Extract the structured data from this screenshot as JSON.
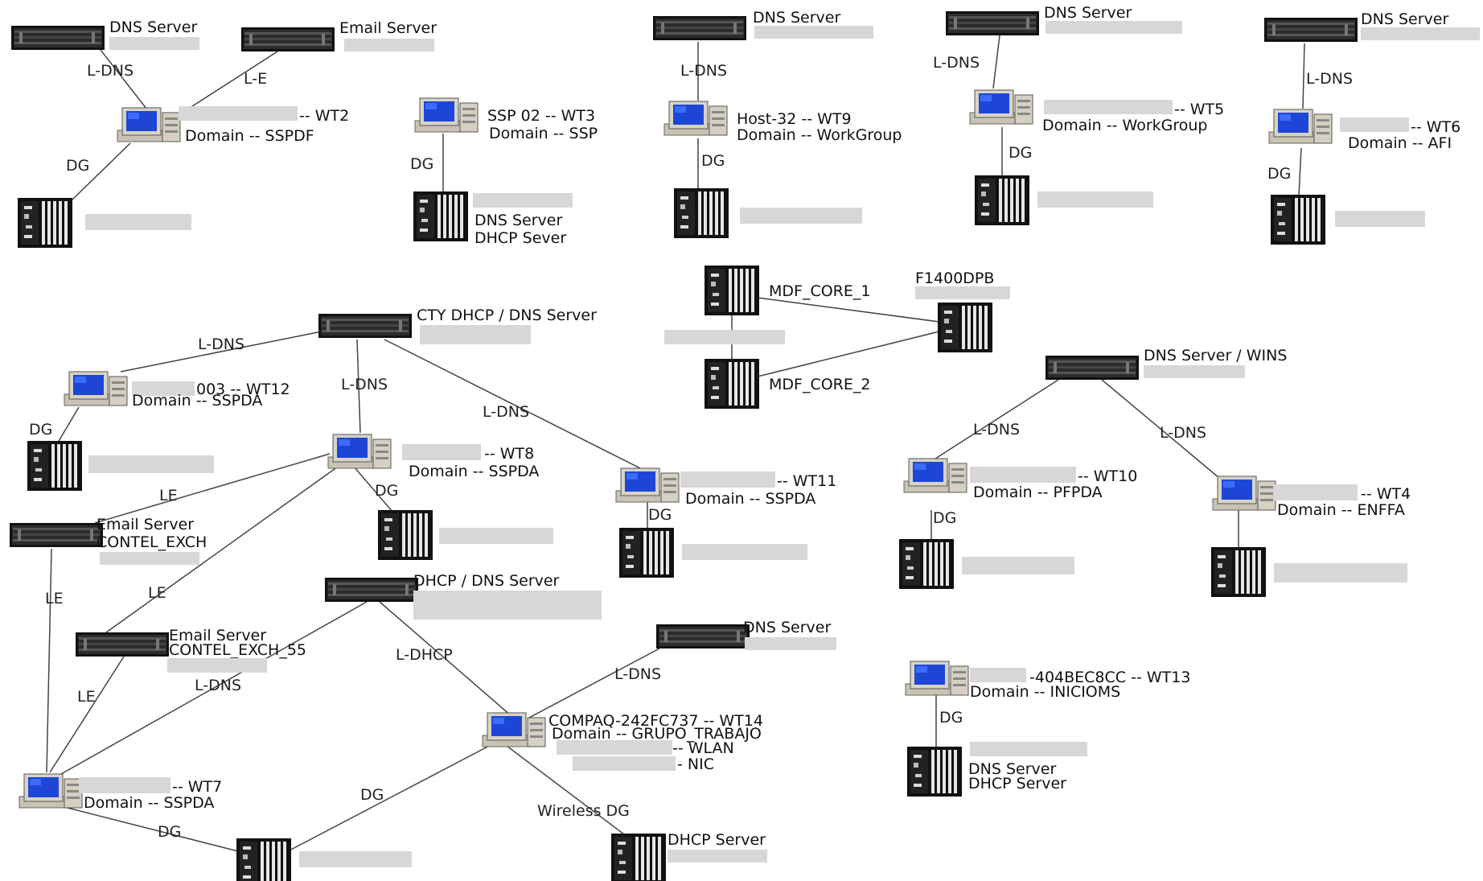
{
  "nodes": {
    "dns_1": {
      "label": "DNS Server"
    },
    "email_1": {
      "label": "Email Server"
    },
    "wt2": {
      "line1": "-- WT2",
      "line2": "Domain -- SSPDF"
    },
    "wt3": {
      "line1": "SSP 02 -- WT3",
      "line2": "Domain -- SSP"
    },
    "wt3_srv": {
      "line1": "DNS Server",
      "line2": "DHCP Sever"
    },
    "dns_wt9": {
      "label": "DNS Server"
    },
    "wt9": {
      "line1": "Host-32 -- WT9",
      "line2": "Domain -- WorkGroup"
    },
    "dns_wt5": {
      "label": "DNS Server"
    },
    "wt5": {
      "line1": "-- WT5",
      "line2": "Domain -- WorkGroup"
    },
    "dns_wt6": {
      "label": "DNS Server"
    },
    "wt6": {
      "line1": "-- WT6",
      "line2": "Domain -- AFI"
    },
    "mdf1": {
      "label": "MDF_CORE_1"
    },
    "mdf2": {
      "label": "MDF_CORE_2"
    },
    "f1400": {
      "label": "F1400DPB"
    },
    "cty": {
      "label": "CTY DHCP / DNS Server"
    },
    "wt12": {
      "line1": "003 -- WT12",
      "line2": "Domain -- SSPDA"
    },
    "wt8": {
      "line1": "-- WT8",
      "line2": "Domain -- SSPDA"
    },
    "wt11": {
      "line1": "-- WT11",
      "line2": "Domain -- SSPDA"
    },
    "dns_wins": {
      "label": "DNS Server / WINS"
    },
    "wt10": {
      "line1": "-- WT10",
      "line2": "Domain -- PFPDA"
    },
    "wt4": {
      "line1": "-- WT4",
      "line2": "Domain -- ENFFA"
    },
    "email_contel": {
      "line1": "Email Server",
      "line2": "CONTEL_EXCH"
    },
    "dhcp_dns": {
      "label": "DHCP / DNS Server"
    },
    "email_contel55": {
      "line1": "Email Server",
      "line2": "CONTEL_EXCH_55"
    },
    "dns_wt14": {
      "label": "DNS Server"
    },
    "wt14": {
      "line1": "COMPAQ-242FC737 -- WT14",
      "line2": "Domain -- GRUPO_TRABAJO",
      "line3": "-- WLAN",
      "line4": "- NIC"
    },
    "wt13": {
      "line1": "-404BEC8CC -- WT13",
      "line2": "Domain -- INICIOMS"
    },
    "wt13_srv": {
      "line1": "DNS Server",
      "line2": "DHCP Server"
    },
    "wt7": {
      "line1": "-- WT7",
      "line2": "Domain -- SSPDA"
    },
    "dhcp_srv": {
      "label": "DHCP Server"
    }
  },
  "edge_labels": {
    "ldns": "L-DNS",
    "le_dash": "L-E",
    "dg": "DG",
    "le": "LE",
    "ldhcp": "L-DHCP",
    "wireless_dg": "Wireless DG"
  }
}
